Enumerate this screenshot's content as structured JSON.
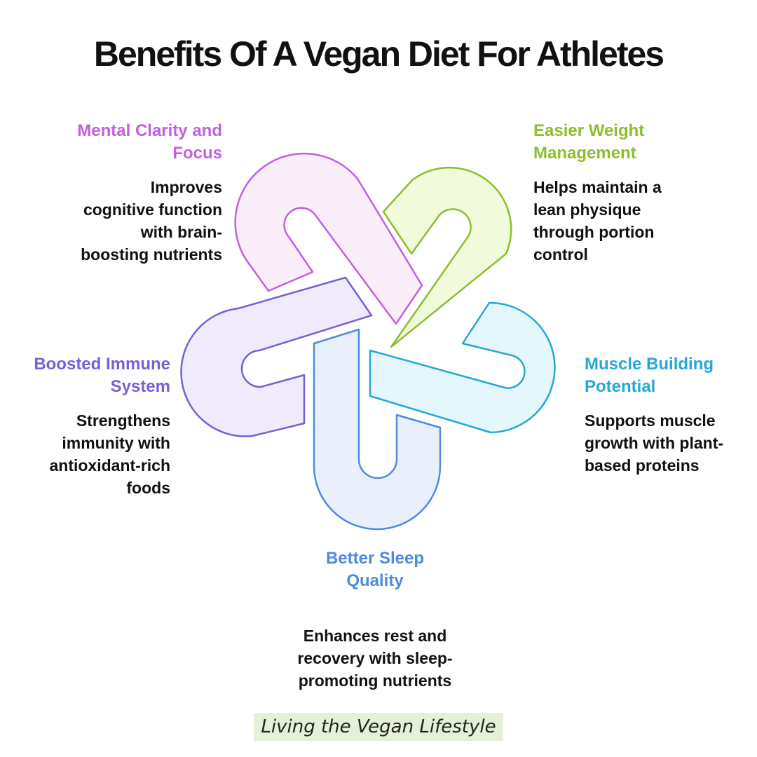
{
  "title": "Benefits Of A Vegan Diet For Athletes",
  "benefits": [
    {
      "id": "mental",
      "head_lines": [
        "Mental Clarity and",
        "Focus"
      ],
      "desc_lines": [
        "Improves",
        "cognitive function",
        "with brain-",
        "boosting nutrients"
      ],
      "color": "#c260e0",
      "fill": "#fbeefb"
    },
    {
      "id": "weight",
      "head_lines": [
        "Easier Weight",
        "Management"
      ],
      "desc_lines": [
        "Helps maintain a",
        "lean physique",
        "through portion",
        "control"
      ],
      "color": "#8cbf2e",
      "fill": "#f1fadb"
    },
    {
      "id": "muscle",
      "head_lines": [
        "Muscle Building",
        "Potential"
      ],
      "desc_lines": [
        "Supports muscle",
        "growth with plant-",
        "based proteins"
      ],
      "color": "#27a7d6",
      "fill": "#e4f7fc"
    },
    {
      "id": "sleep",
      "head_lines": [
        "Better Sleep",
        "Quality"
      ],
      "desc_lines": [
        "Enhances rest and",
        "recovery with sleep-",
        "promoting nutrients"
      ],
      "color": "#4f8ae0",
      "fill": "#e9f0fc"
    },
    {
      "id": "immune",
      "head_lines": [
        "Boosted Immune",
        "System"
      ],
      "desc_lines": [
        "Strengthens",
        "immunity with",
        "antioxidant-rich",
        "foods"
      ],
      "color": "#7a5ed8",
      "fill": "#efebfb"
    }
  ],
  "footer": "Living the Vegan Lifestyle"
}
